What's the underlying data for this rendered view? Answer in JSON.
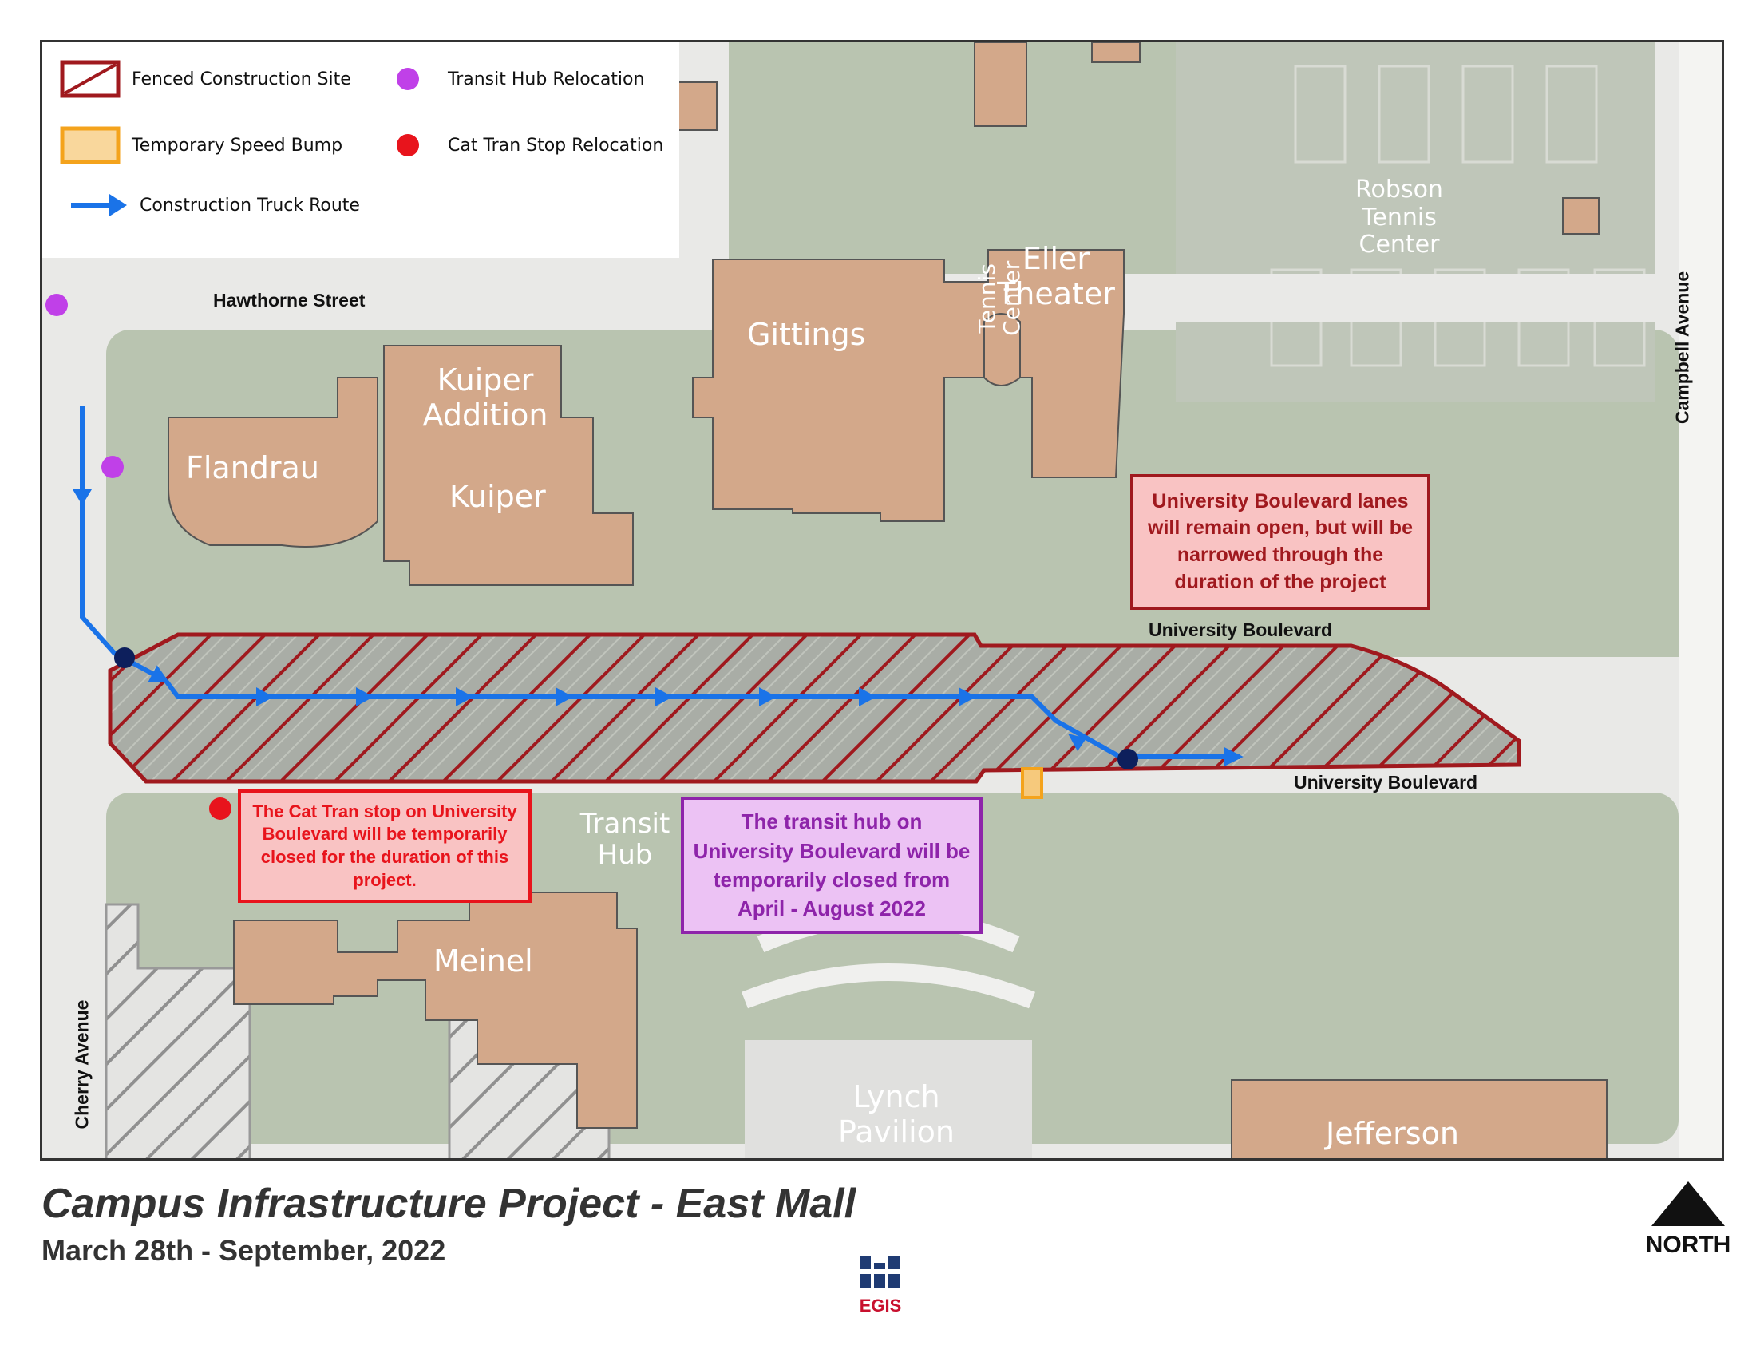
{
  "legend": {
    "fenced": "Fenced Construction Site",
    "speed_bump": "Temporary Speed Bump",
    "truck_route": "Construction Truck Route",
    "transit_hub": "Transit Hub Relocation",
    "cat_tran": "Cat Tran Stop Relocation"
  },
  "buildings": {
    "flandrau": "Flandrau",
    "kuiper_addition": "Kuiper Addition",
    "kuiper": "Kuiper",
    "gittings": "Gittings",
    "eller": "Eller Theater",
    "tennis_center": "Tennis Center",
    "robson": "Robson Tennis Center",
    "transit_hub": "Transit Hub",
    "meinel": "Meinel",
    "lynch": "Lynch Pavilion",
    "jefferson": "Jefferson"
  },
  "streets": {
    "hawthorne": "Hawthorne Street",
    "university_north": "University Boulevard",
    "university_south": "University Boulevard",
    "campbell": "Campbell Avenue",
    "cherry": "Cherry Avenue"
  },
  "callouts": {
    "lanes": "University Boulevard lanes will remain open, but will be narrowed through the duration of the project",
    "cat_tran": "The Cat Tran stop on University Boulevard will be temporarily closed for the duration of this project.",
    "transit": "The transit hub on University Boulevard will be temporarily closed from April - August 2022"
  },
  "title": "Campus Infrastructure Project - East Mall",
  "subtitle": "March 28th - September, 2022",
  "north": "NORTH",
  "logo_text": "EGIS",
  "colors": {
    "fence": "#a0191e",
    "route": "#1a73e8",
    "hub": "#c040e8",
    "cattran": "#e8141c",
    "speedbump": "#f4a31c",
    "building": "#d3a88a",
    "grass": "#b9c4b0",
    "road": "#e9e9e7"
  }
}
